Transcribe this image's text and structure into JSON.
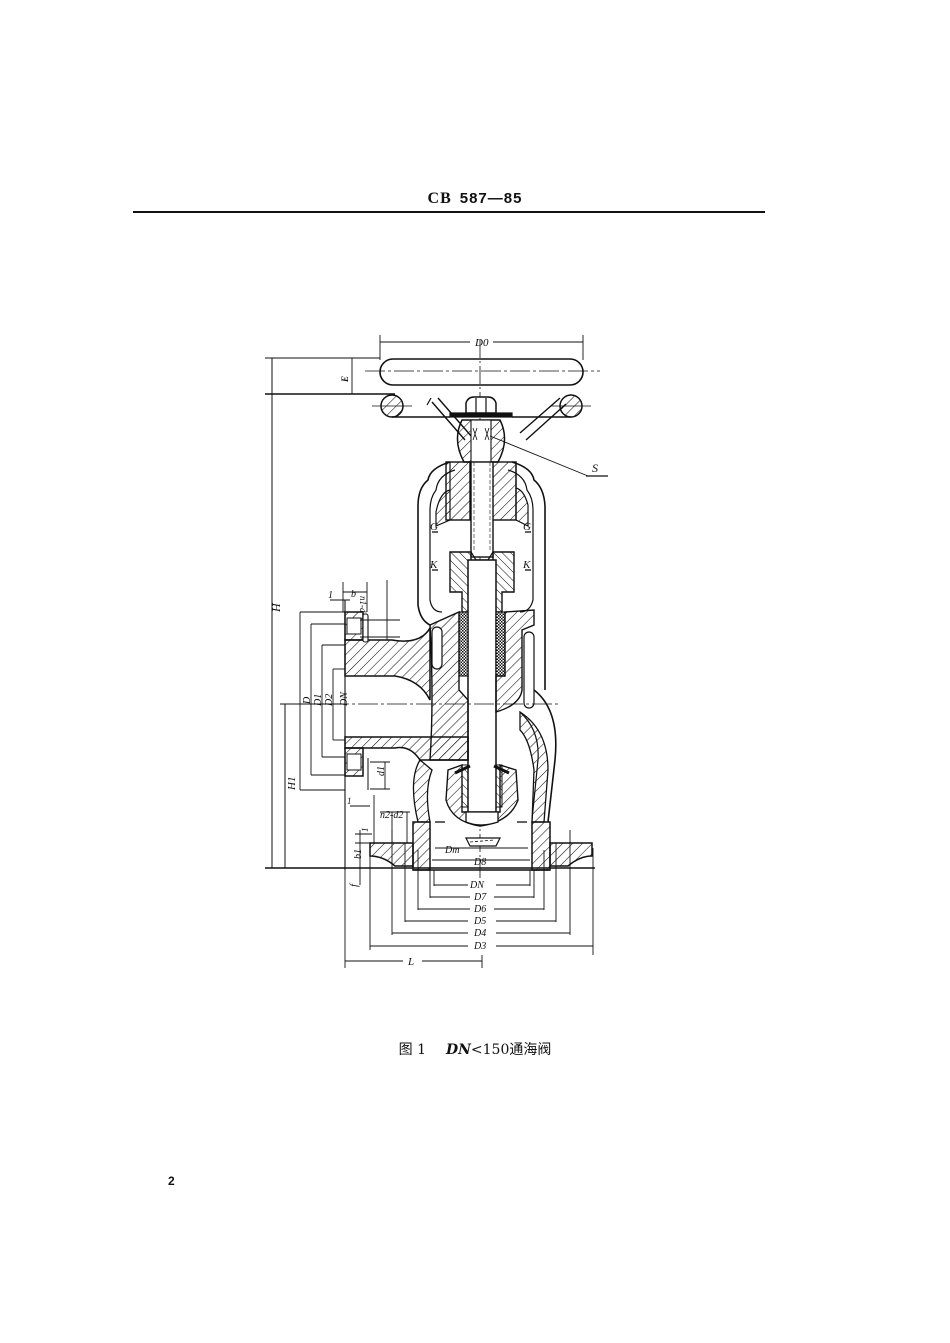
{
  "header": {
    "standard_prefix": "CB",
    "standard_number": "587—85"
  },
  "figure": {
    "labels": {
      "handwheel_diameter": "D0",
      "handwheel_height": "E",
      "stem_square": "S",
      "gland_left": "G",
      "gland_right": "G",
      "bonnet_left": "K",
      "bonnet_right": "K",
      "total_height": "H",
      "side_height": "H1",
      "flange_thickness_side": "b",
      "bolt_holes_side": "n1-d",
      "one_side": "1",
      "flange_D": "D",
      "flange_D1": "D1",
      "flange_D2": "D2",
      "side_DN": "DN",
      "stud_d1": "d1",
      "bolt_holes_bottom": "n2-d2",
      "one_bottom_left": "1",
      "one_bottom": "1",
      "flange_thickness_bottom": "b1",
      "raised_face": "f",
      "seat_Dm": "Dm",
      "bottom_D8": "D8",
      "bottom_DN": "DN",
      "bottom_D7": "D7",
      "bottom_D6": "D6",
      "bottom_D5": "D5",
      "bottom_D4": "D4",
      "bottom_D3": "D3",
      "length_L": "L"
    }
  },
  "caption": {
    "fig_label": "图 1",
    "dn": "DN",
    "text": "<150通海阀"
  },
  "page_number": "2"
}
